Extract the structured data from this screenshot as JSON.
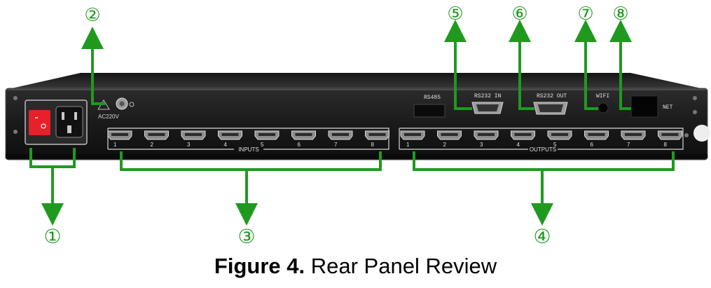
{
  "figure": {
    "label": "Figure 4.",
    "title": "Rear Panel Review"
  },
  "callouts": {
    "c1": "①",
    "c2": "②",
    "c3": "③",
    "c4": "④",
    "c5": "⑤",
    "c6": "⑥",
    "c7": "⑦",
    "c8": "⑧"
  },
  "panel": {
    "power_label": "AC220V",
    "rs485": "RS485",
    "rs232_in": "RS232 IN",
    "rs232_out": "RS232 OUT",
    "wifi": "WIFI",
    "net": "NET",
    "inputs_label": "INPUTS",
    "outputs_label": "OUTPUTS",
    "port_numbers": [
      "1",
      "2",
      "3",
      "4",
      "5",
      "6",
      "7",
      "8"
    ]
  },
  "colors": {
    "arrow": "#1f9a1f",
    "panel": "#1b1b1b",
    "port_frame": "#d9d9d9",
    "power_switch": "#e8202a"
  }
}
